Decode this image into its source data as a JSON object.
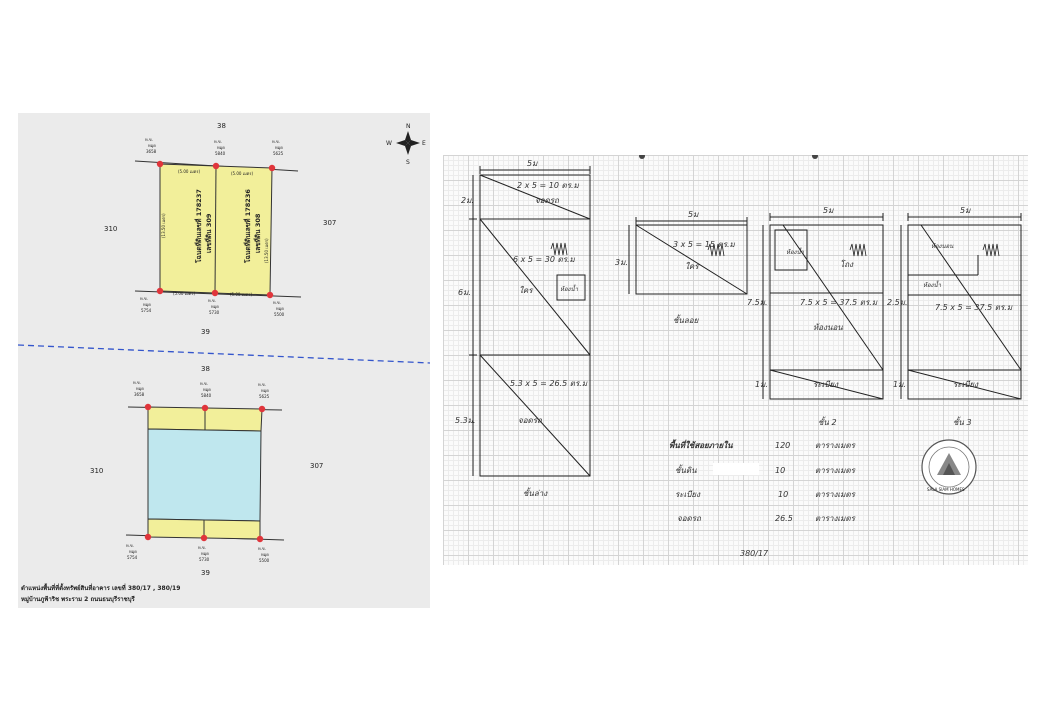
{
  "site_plan": {
    "top": {
      "north_label": "38",
      "south_label": "39",
      "west_label": "310",
      "east_label": "307",
      "pin_labels": [
        "ห.ข.",
        "ห.ข.",
        "ห.ข.",
        "ห.ข.",
        "ห.ข.",
        "ห.ข."
      ],
      "pin_sub": [
        "หมุด",
        "หมุด",
        "หมุด",
        "หมุด",
        "หมุด",
        "หมุด"
      ],
      "pin_codes": [
        "3658",
        "5840",
        "5625",
        "5754",
        "5730",
        "5500"
      ],
      "dim_labels": [
        "(5.00 เมตร)",
        "(5.00 เมตร)",
        "(5.00 เมตร)",
        "(5.00 เมตร)",
        "(13.50 เมตร)",
        "(13.50 เมตร)"
      ],
      "parcel_a_line1": "โฉนดที่ดินเลขที่ 178237",
      "parcel_a_line2": "เลขที่ดิน 309",
      "parcel_b_line1": "โฉนดที่ดินเลขที่ 178236",
      "parcel_b_line2": "เลขที่ดิน 308"
    },
    "bottom": {
      "north_label": "38",
      "south_label": "39",
      "west_label": "310",
      "east_label": "307",
      "pin_labels": [
        "ห.ข.",
        "ห.ข.",
        "ห.ข.",
        "ห.ข.",
        "ห.ข.",
        "ห.ข."
      ],
      "pin_sub": [
        "หมุด",
        "หมุด",
        "หมุด",
        "หมุด",
        "หมุด",
        "หมุด"
      ],
      "pin_codes": [
        "3658",
        "5840",
        "5625",
        "5754",
        "5730",
        "5500"
      ]
    },
    "compass": {
      "n": "N",
      "s": "S",
      "e": "E",
      "w": "W"
    },
    "caption_line1": "ตำแหน่งพื้นที่ที่ตั้งทรัพย์สินที่อาคาร เลขที่ 380/17 , 380/19",
    "caption_line2": "หมู่บ้านภูฟ้าริช พระราม 2 ถนนธนบุรีราชบุรี"
  },
  "floor_plan": {
    "ground": {
      "width": "5ม",
      "dim_a": "2ม.",
      "dim_b": "6ม.",
      "dim_c": "5.3ม.",
      "eq1": "2 x 5 = 10 ตร.ม",
      "room1": "จอดรถ",
      "eq2": "6 x 5 = 30 ตร.ม",
      "room2": "ใคร",
      "bath": "ห้องน้ำ",
      "eq3": "5.3 x 5 = 26.5 ตร.ม",
      "room3": "จอดรถ",
      "floor_label": "ชั้นล่าง"
    },
    "mezz": {
      "width": "5ม",
      "dim": "3ม.",
      "eq": "3 x 5 = 15 ตร.ม",
      "room": "ใคร",
      "floor_label": "ชั้นลอย"
    },
    "second": {
      "width": "5ม",
      "dim_a": "7.5ม.",
      "dim_b": "1ม.",
      "bath": "ห้องน้ำ",
      "hall": "โถง",
      "eq": "7.5 x 5 = 37.5 ตร.ม",
      "room": "ห้องนอน",
      "balcony": "ระเบียง",
      "floor_label": "ชั้น 2"
    },
    "third": {
      "width": "5ม",
      "dim_a": "2.5ม.",
      "dim_b": "1ม.",
      "bed": "ห้องนอน",
      "bath": "ห้องน้ำ",
      "eq": "7.5 x 5 = 37.5 ตร.ม",
      "balcony": "ระเบียง",
      "floor_label": "ชั้น 3"
    },
    "summary": [
      {
        "label": "พื้นที่ใช้สอยภายใน",
        "value": "120",
        "unit": "ตารางเมตร"
      },
      {
        "label": "ชั้นดิน",
        "value": "10",
        "unit": "ตารางเมตร"
      },
      {
        "label": "ระเบียง",
        "value": "10",
        "unit": "ตารางเมตร"
      },
      {
        "label": "จอดรถ",
        "value": "26.5",
        "unit": "ตารางเมตร"
      }
    ],
    "page_no": "380/17",
    "seal_text": "SALA SIAM HOMES",
    "colors": {
      "lot_yellow": "#f2ef9a",
      "lot_blue": "#bfe7ee",
      "pin_red": "#e0353b",
      "boundary_blue": "#3355cc"
    }
  }
}
